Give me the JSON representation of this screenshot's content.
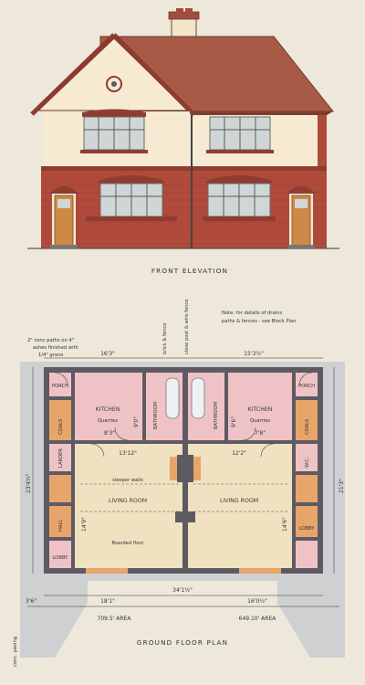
{
  "titles": {
    "front_elevation": "FRONT   ELEVATION",
    "ground_floor_plan": "GROUND   FLOOR   PLAN"
  },
  "notes": {
    "drains_line1": "Note:  for details of drains",
    "drains_line2": "paths & fences - see Block Plan",
    "path_line1": "2\" conc paths on 4\"",
    "path_line2": "ashes finished with",
    "path_line3": "1/4\" grano",
    "fence_a": "brick & fence",
    "fence_b": "close post & wire fence",
    "conc_paving": "conc. paving"
  },
  "rooms": {
    "porch": "PORCH",
    "kitchen": "KITCHEN",
    "quarries": "Quarries",
    "bathroom": "BATHROOM",
    "living_room": "LIVING ROOM",
    "boarded_floor": "Boarded floor",
    "sleeper_walls": "sleeper walls",
    "coals": "COALS",
    "lobby": "LOBBY",
    "hall": "HALL",
    "larder": "LARDER",
    "wc": "W.C."
  },
  "dimensions": {
    "top_left": "16'3\"",
    "top_right": "15'3½\"",
    "kitchen_left_w": "8'3\"",
    "kitchen_right_w": "7'8\"",
    "living_left_w": "13'12\"",
    "living_right_w": "12'2\"",
    "kitchen_left_d": "9'0\"",
    "kitchen_right_d": "9'6\"",
    "left_depth": "23'4½\"",
    "right_depth": "21'3\"",
    "centre_span": "34'1½\"",
    "bottom_left": "18'1\"",
    "bottom_right": "16'0½\"",
    "side_offset": "3'6\"",
    "area_left": "709.5' AREA",
    "area_right": "649.10' AREA",
    "living_left_d": "14'9\"",
    "living_right_d": "14'6\""
  },
  "colors": {
    "paper": "#ede8d9",
    "roof": "#a14d3c",
    "brick": "#b04a3b",
    "render": "#f6ead2",
    "door": "#cc8a46",
    "wall_plan": "#5e5a63",
    "kitchen_plan": "#efc3c6",
    "living_plan": "#f0e2c0",
    "coals_plan": "#e8a56a",
    "surround": "#cfd0d2"
  }
}
